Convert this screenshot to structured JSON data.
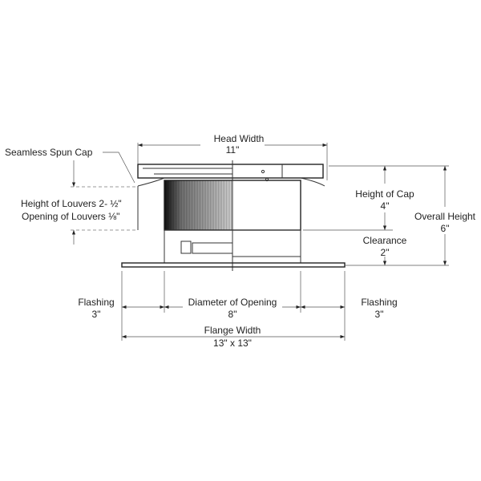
{
  "labels": {
    "head_width": "Head Width",
    "head_width_value": "11\"",
    "seamless_cap": "Seamless Spun Cap",
    "height_of_louvers": "Height of Louvers  2- ½\"",
    "opening_of_louvers": "Opening of Louvers  ⅛\"",
    "height_of_cap": "Height of Cap",
    "height_of_cap_value": "4\"",
    "clearance": "Clearance",
    "clearance_value": "2\"",
    "overall_height": "Overall Height",
    "overall_height_value": "6\"",
    "flashing_left": "Flashing",
    "flashing_left_value": "3\"",
    "diameter": "Diameter of Opening",
    "diameter_value": "8\"",
    "flashing_right": "Flashing",
    "flashing_right_value": "3\"",
    "flange_width": "Flange Width",
    "flange_width_value": "13\" x 13\""
  }
}
